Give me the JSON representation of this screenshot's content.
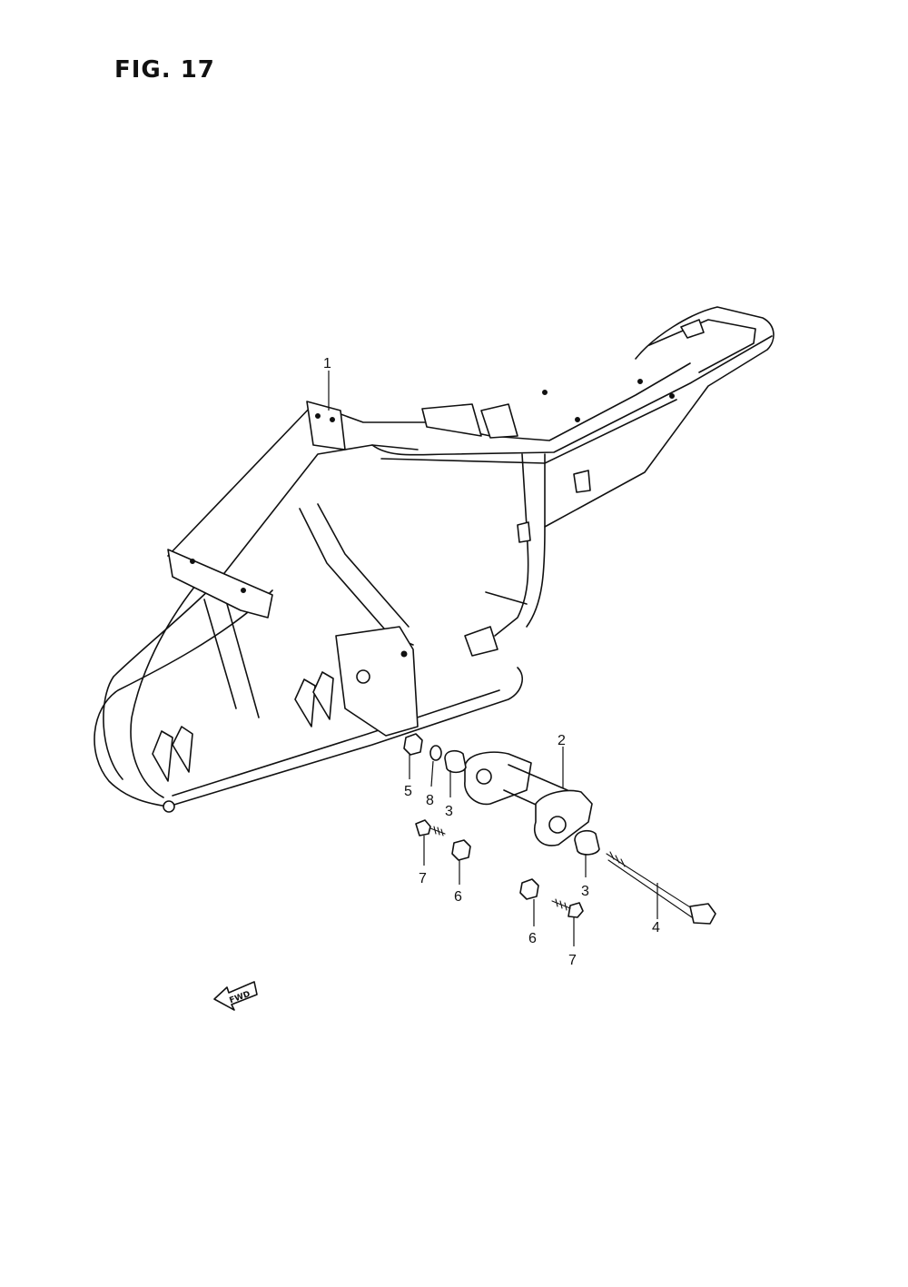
{
  "figure": {
    "title": "FIG. 17"
  },
  "direction_marker": {
    "label": "FWD"
  },
  "callouts": [
    {
      "id": "c1",
      "label": "1"
    },
    {
      "id": "c2",
      "label": "2"
    },
    {
      "id": "c3a",
      "label": "3"
    },
    {
      "id": "c3b",
      "label": "3"
    },
    {
      "id": "c4",
      "label": "4"
    },
    {
      "id": "c5",
      "label": "5"
    },
    {
      "id": "c6a",
      "label": "6"
    },
    {
      "id": "c6b",
      "label": "6"
    },
    {
      "id": "c7a",
      "label": "7"
    },
    {
      "id": "c7b",
      "label": "7"
    },
    {
      "id": "c8",
      "label": "8"
    }
  ]
}
